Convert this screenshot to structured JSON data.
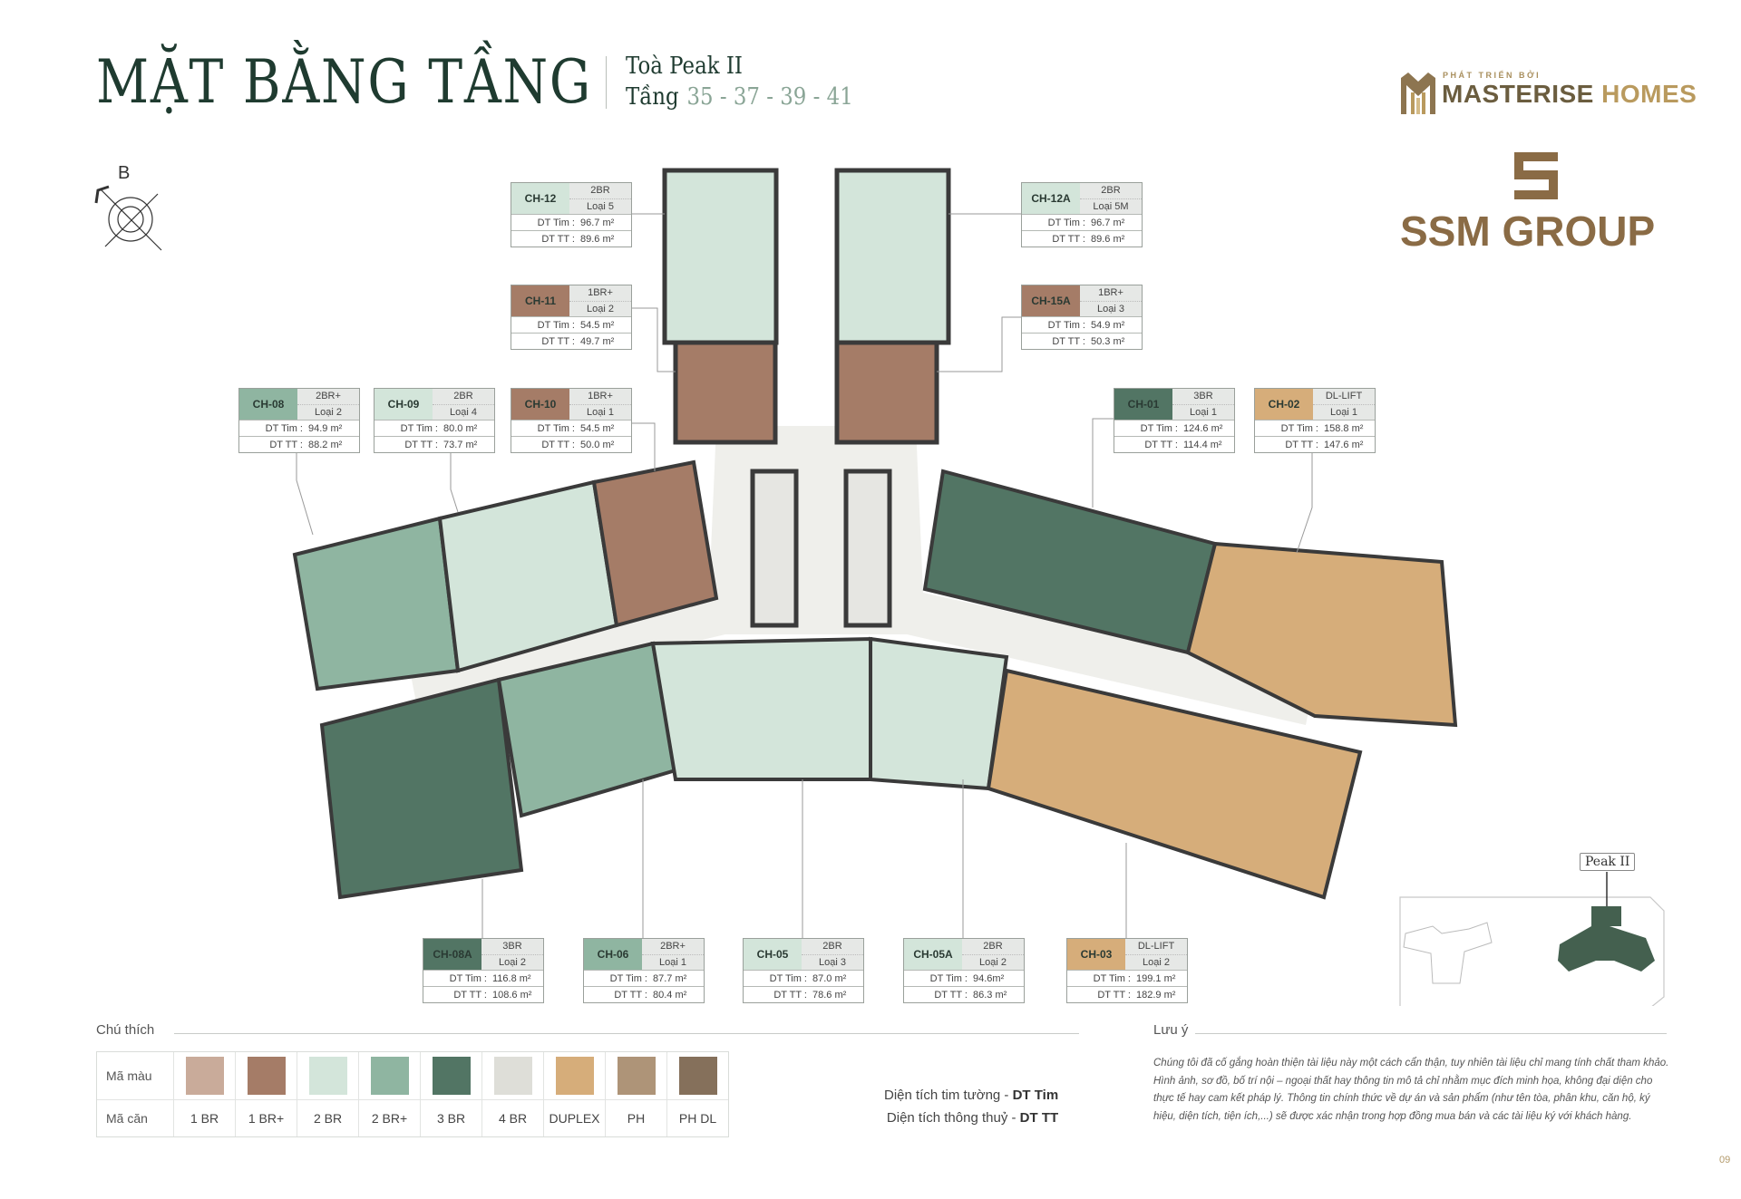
{
  "header": {
    "title": "MẶT BẰNG TẦNG",
    "building": "Toà Peak II",
    "floors_label": "Tầng",
    "floors": "35 - 37 - 39 - 41"
  },
  "logos": {
    "developer_small": "PHÁT TRIỂN BỞI",
    "developer_name_a": "MASTERISE",
    "developer_name_b": " HOMES",
    "partner": "SSM GROUP"
  },
  "compass": {
    "label": "B",
    "icon": "north-arrow-compass-icon"
  },
  "colors": {
    "1BR": "#c9ab9a",
    "1BR+": "#a57c67",
    "2BR": "#d3e5da",
    "2BR+": "#8fb5a1",
    "3BR": "#527564",
    "4BR": "#deded8",
    "DUPLEX": "#d6ad7a",
    "PH": "#ae9478",
    "PH DL": "#85705b",
    "title": "#1f3b30",
    "accent_gold": "#b99a5e"
  },
  "units": [
    {
      "code": "CH-12",
      "type": "2BR",
      "loai": "Loại 5",
      "dt_tim": "96.7 m²",
      "dt_tt": "89.6 m²"
    },
    {
      "code": "CH-12A",
      "type": "2BR",
      "loai": "Loại 5M",
      "dt_tim": "96.7 m²",
      "dt_tt": "89.6 m²"
    },
    {
      "code": "CH-11",
      "type": "1BR+",
      "loai": "Loại 2",
      "dt_tim": "54.5 m²",
      "dt_tt": "49.7 m²"
    },
    {
      "code": "CH-15A",
      "type": "1BR+",
      "loai": "Loại 3",
      "dt_tim": "54.9 m²",
      "dt_tt": "50.3 m²"
    },
    {
      "code": "CH-08",
      "type": "2BR+",
      "loai": "Loại 2",
      "dt_tim": "94.9 m²",
      "dt_tt": "88.2 m²"
    },
    {
      "code": "CH-09",
      "type": "2BR",
      "loai": "Loại 4",
      "dt_tim": "80.0 m²",
      "dt_tt": "73.7 m²"
    },
    {
      "code": "CH-10",
      "type": "1BR+",
      "loai": "Loại 1",
      "dt_tim": "54.5 m²",
      "dt_tt": "50.0 m²"
    },
    {
      "code": "CH-01",
      "type": "3BR",
      "loai": "Loại 1",
      "dt_tim": "124.6 m²",
      "dt_tt": "114.4 m²"
    },
    {
      "code": "CH-02",
      "type": "DL-LIFT",
      "loai": "Loại 1",
      "dt_tim": "158.8 m²",
      "dt_tt": "147.6 m²"
    },
    {
      "code": "CH-08A",
      "type": "3BR",
      "loai": "Loại 2",
      "dt_tim": "116.8 m²",
      "dt_tt": "108.6 m²"
    },
    {
      "code": "CH-06",
      "type": "2BR+",
      "loai": "Loại 1",
      "dt_tim": "87.7 m²",
      "dt_tt": "80.4 m²"
    },
    {
      "code": "CH-05",
      "type": "2BR",
      "loai": "Loại 3",
      "dt_tim": "87.0 m²",
      "dt_tt": "78.6 m²"
    },
    {
      "code": "CH-05A",
      "type": "2BR",
      "loai": "Loại 2",
      "dt_tim": "94.6m²",
      "dt_tt": "86.3 m²"
    },
    {
      "code": "CH-03",
      "type": "DL-LIFT",
      "loai": "Loại 2",
      "dt_tim": "199.1 m²",
      "dt_tt": "182.9 m²"
    }
  ],
  "unit_labels": {
    "dt_tim": "DT Tim :",
    "dt_tt": "DT TT :"
  },
  "legend": {
    "title": "Chú thích",
    "row1_label": "Mã màu",
    "row2_label": "Mã căn",
    "items": [
      "1 BR",
      "1 BR+",
      "2 BR",
      "2 BR+",
      "3 BR",
      "4 BR",
      "DUPLEX",
      "PH",
      "PH DL"
    ]
  },
  "definitions": {
    "line1_text": "Diện tích tim tường - ",
    "line1_abbr": "DT Tim",
    "line2_text": "Diện tích thông thuỷ - ",
    "line2_abbr": "DT TT"
  },
  "note": {
    "title": "Lưu ý",
    "text": "Chúng tôi đã cố gắng hoàn thiện tài liệu này một cách cẩn thận, tuy nhiên tài liệu chỉ mang tính chất tham khảo. Hình ảnh, sơ đồ, bố trí nội – ngoại thất hay thông tin mô tả chỉ nhằm mục đích minh họa, không đại diện cho thực tế hay cam kết pháp lý. Thông tin chính thức về dự án và sản phẩm (như tên tòa, phân khu, căn hộ, ký hiệu, diện tích, tiện ích,...) sẽ được xác nhận trong hợp đồng mua bán và các tài liệu ký với khách hàng."
  },
  "keyplan": {
    "tag": "Peak II"
  },
  "page_number": "09"
}
